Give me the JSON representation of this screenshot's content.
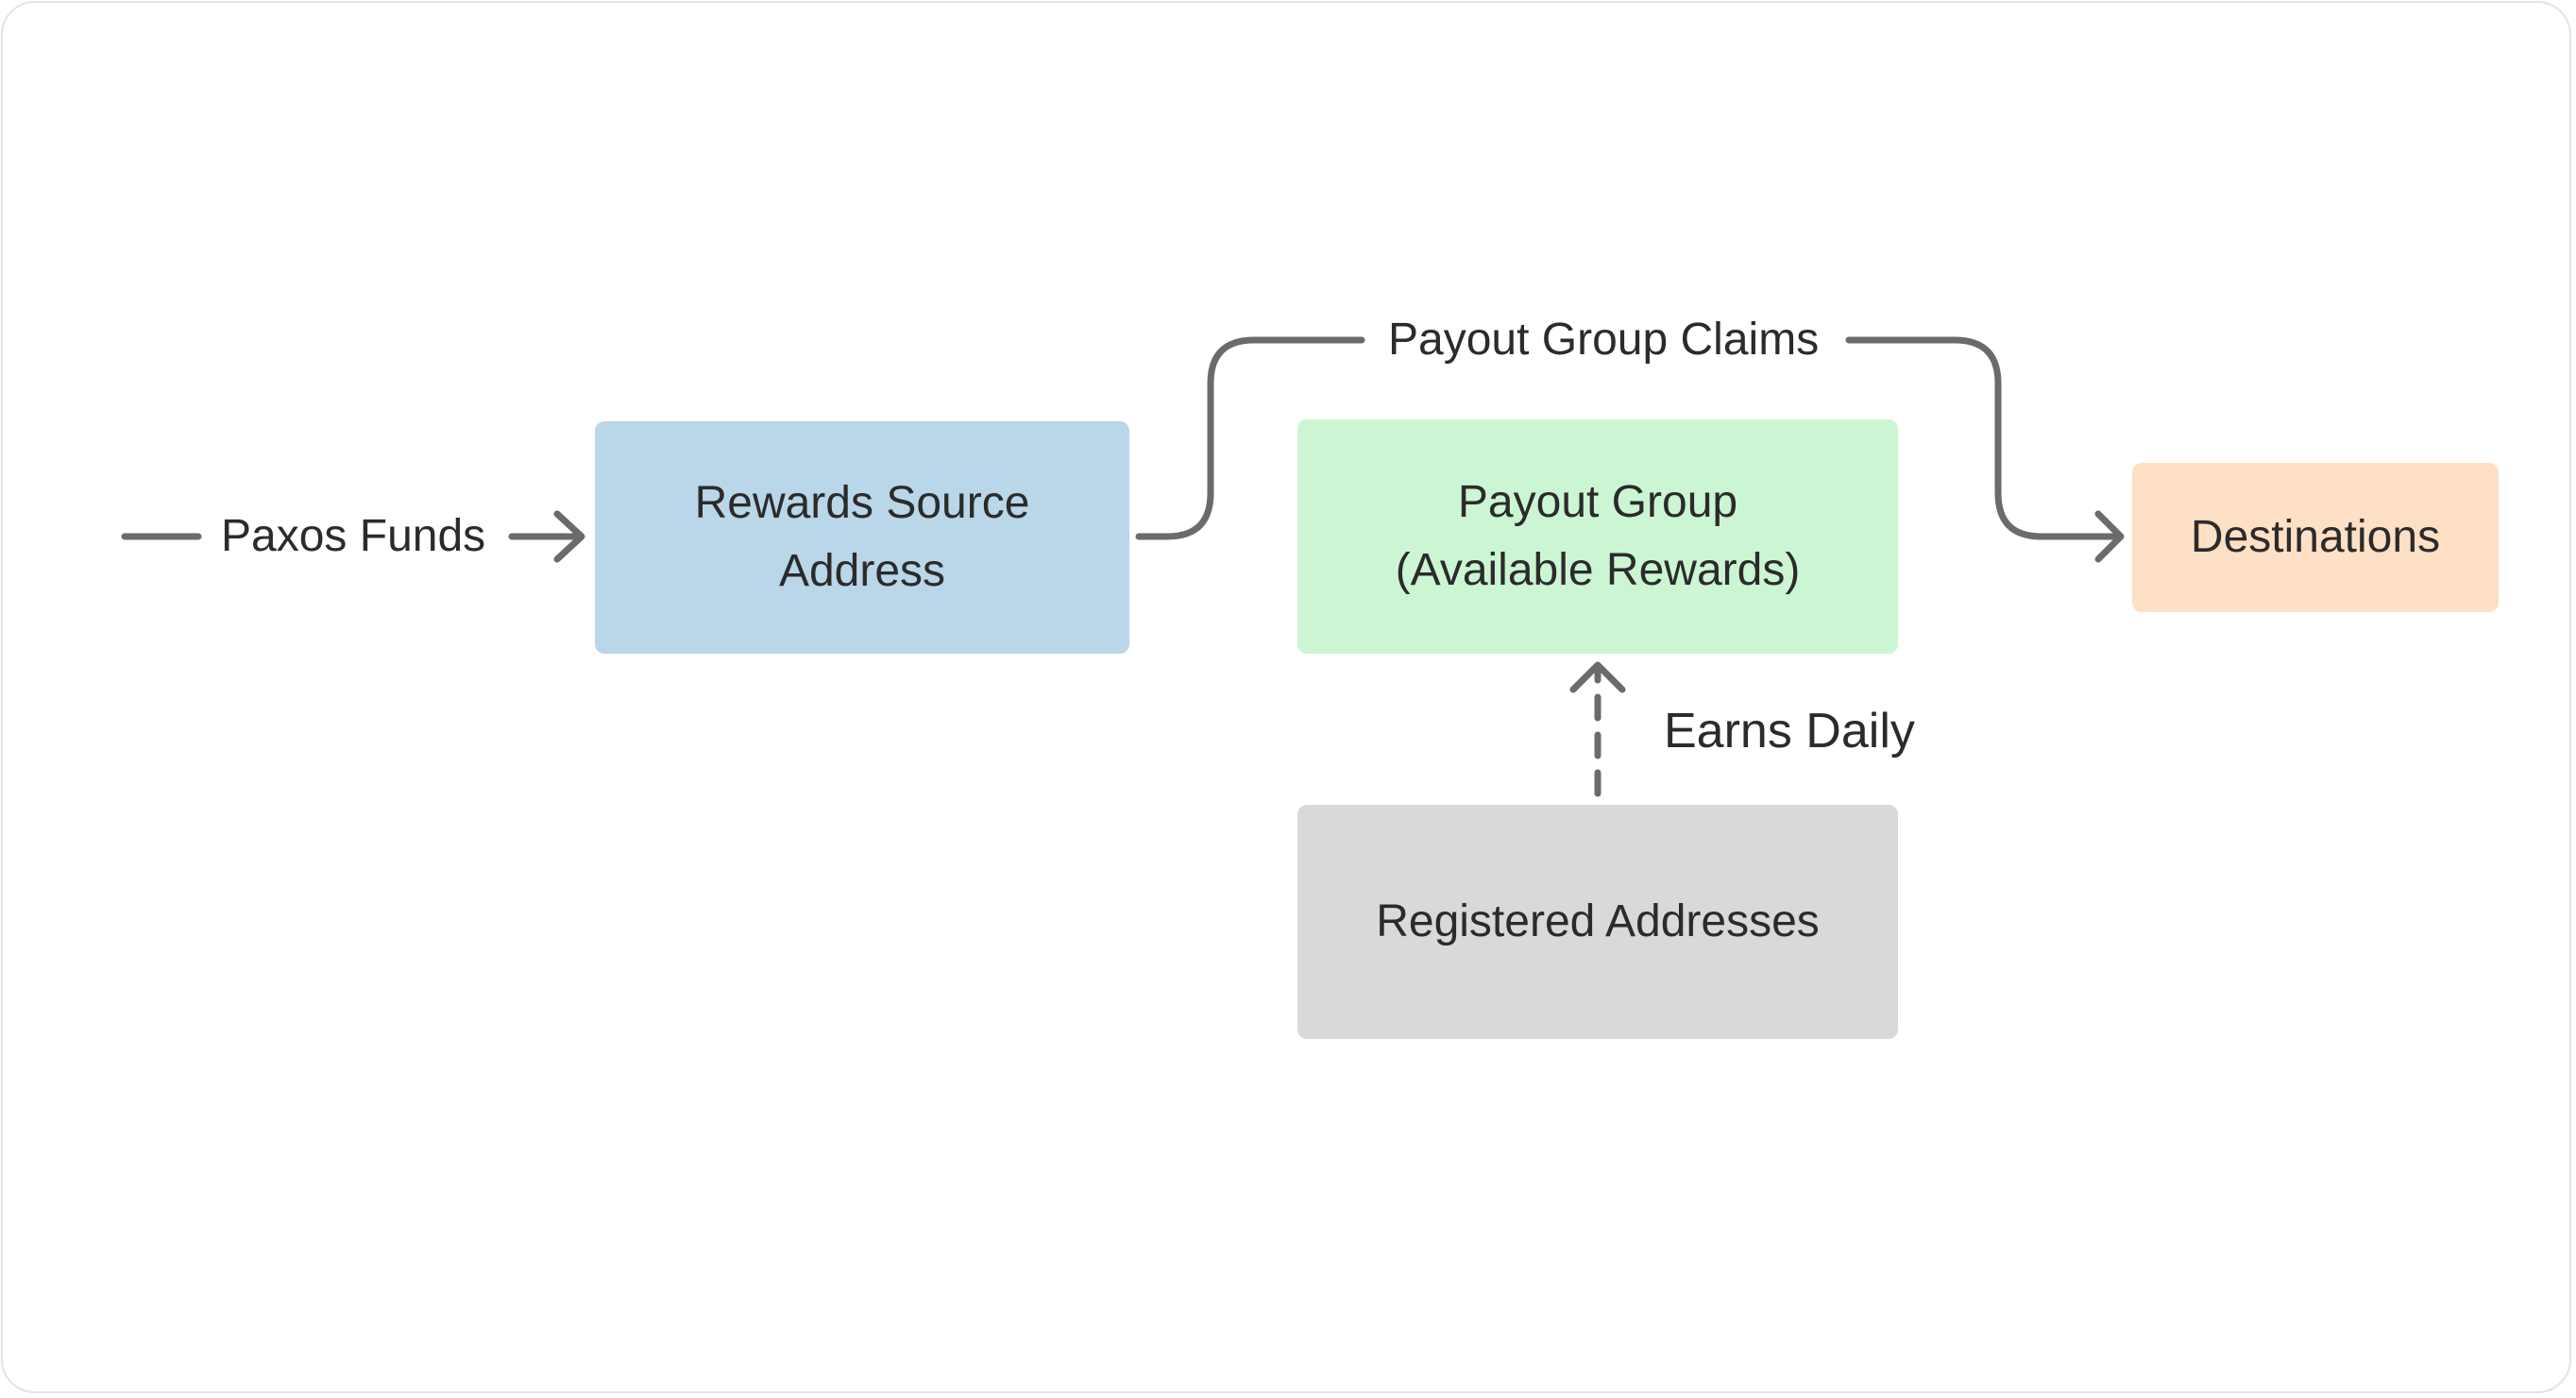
{
  "diagram": {
    "nodes": {
      "rewards_source": {
        "line1": "Rewards Source",
        "line2": "Address",
        "color": "#bad6e9"
      },
      "payout_group": {
        "line1": "Payout Group",
        "line2": "(Available Rewards)",
        "color": "#ccf5d4"
      },
      "destinations": {
        "label": "Destinations",
        "color": "#fde0c5"
      },
      "registered": {
        "label": "Registered Addresses",
        "color": "#d9d9d9"
      }
    },
    "edges": {
      "paxos_funds": "Paxos Funds",
      "payout_group_claims": "Payout Group Claims",
      "earns_daily": "Earns Daily"
    },
    "connector_color": "#6b6b6b"
  }
}
